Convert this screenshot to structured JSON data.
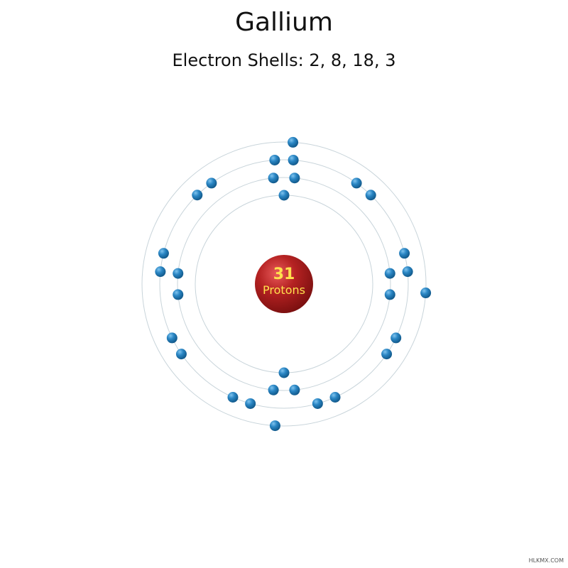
{
  "element": {
    "name": "Gallium",
    "shells_label": "Electron Shells: 2, 8, 18, 3",
    "shells": [
      2,
      8,
      18,
      3
    ]
  },
  "nucleus": {
    "count": "31",
    "label": "Protons"
  },
  "watermark": "HLKMX.COM",
  "colors": {
    "electron": "#1f78b4",
    "nucleus": "#a51c1c",
    "nucleus_text_count": "#ffe14d",
    "nucleus_text_label": "#ffe14d",
    "orbit": "#c8d4da"
  }
}
